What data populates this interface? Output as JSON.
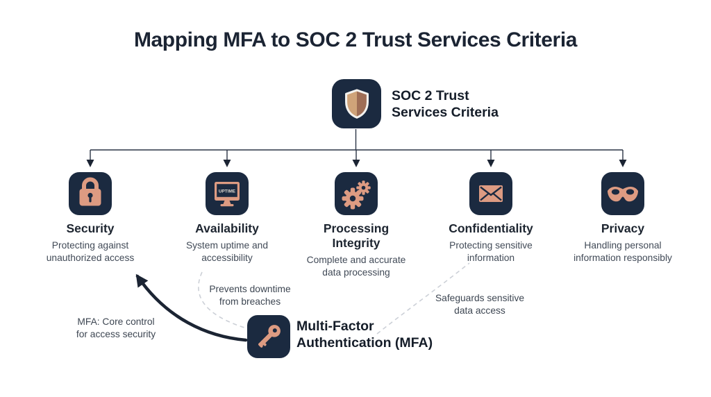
{
  "title": "Mapping MFA to SOC 2 Trust Services Criteria",
  "root_node": {
    "label": "SOC 2 Trust\nServices Criteria",
    "icon": "shield-icon"
  },
  "criteria": [
    {
      "name": "Security",
      "description": "Protecting against\nunauthorized access",
      "icon": "lock-icon"
    },
    {
      "name": "Availability",
      "description": "System uptime and\naccessibility",
      "icon": "monitor-uptime-icon",
      "icon_text": "UPTIME"
    },
    {
      "name": "Processing\nIntegrity",
      "description": "Complete and accurate\ndata processing",
      "icon": "gears-icon"
    },
    {
      "name": "Confidentiality",
      "description": "Protecting sensitive\ninformation",
      "icon": "envelope-icon"
    },
    {
      "name": "Privacy",
      "description": "Handling personal\ninformation responsibly",
      "icon": "mask-icon"
    }
  ],
  "mfa_node": {
    "label": "Multi-Factor\nAuthentication (MFA)",
    "icon": "key-icon"
  },
  "annotations": [
    {
      "text": "MFA: Core control\nfor access security",
      "target": "Security",
      "style": "solid-arrow"
    },
    {
      "text": "Prevents downtime\nfrom breaches",
      "target": "Availability",
      "style": "dashed-line"
    },
    {
      "text": "Safeguards sensitive\ndata access",
      "target": "Confidentiality",
      "style": "dashed-line"
    }
  ],
  "colors": {
    "background": "#ffffff",
    "node_background": "#1b2a40",
    "icon_accent": "#dd9b82",
    "title_text": "#1b2433",
    "body_text": "#414a57",
    "connector_line": "#2a3445",
    "solid_arrow": "#1b2433",
    "dashed_line": "#ccd0d7",
    "shield_left": "#cfa379",
    "shield_right": "#9f6e56"
  }
}
